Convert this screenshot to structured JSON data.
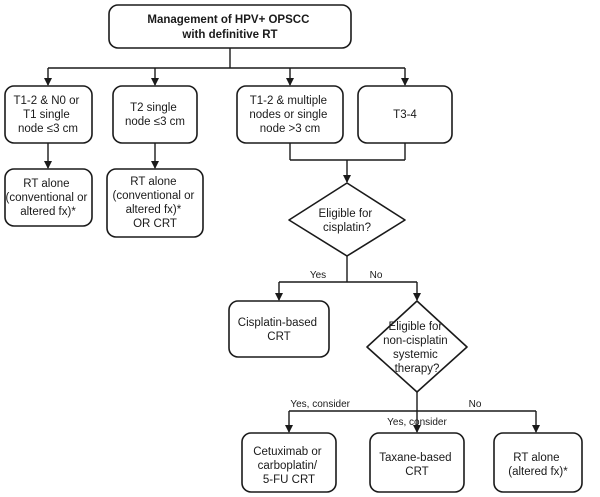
{
  "nodes": {
    "root": [
      "Management of HPV+ OPSCC",
      "with definitive RT"
    ],
    "t12_n0": [
      "T1-2 & N0 or",
      "T1 single",
      "node ≤3 cm"
    ],
    "t2_single": [
      "T2 single",
      "node ≤3 cm"
    ],
    "t12_multiple": [
      "T1-2 & multiple",
      "nodes or single",
      "node >3 cm"
    ],
    "t34": [
      "T3-4"
    ],
    "rt_alone_1": [
      "RT alone",
      "(conventional or",
      "altered fx)*"
    ],
    "rt_alone_crt": [
      "RT alone",
      "(conventional or",
      "altered fx)*",
      "OR CRT"
    ],
    "eligible_cisplatin": [
      "Eligible for",
      "cisplatin?"
    ],
    "cisplatin_crt": [
      "Cisplatin-based",
      "CRT"
    ],
    "eligible_noncisplatin": [
      "Eligible for",
      "non-cisplatin",
      "systemic",
      "therapy?"
    ],
    "cetuximab": [
      "Cetuximab or",
      "carboplatin/",
      "5-FU CRT"
    ],
    "taxane": [
      "Taxane-based",
      "CRT"
    ],
    "rt_alone_altered": [
      "RT alone",
      "(altered fx)*"
    ]
  },
  "edge_labels": {
    "cisplatin_yes": "Yes",
    "cisplatin_no": "No",
    "noncis_yes_left": "Yes, consider",
    "noncis_yes_mid": "Yes, consider",
    "noncis_no": "No"
  },
  "colors": {
    "stroke": "#1a1a1a",
    "fill": "#ffffff",
    "text": "#1a1a1a"
  }
}
